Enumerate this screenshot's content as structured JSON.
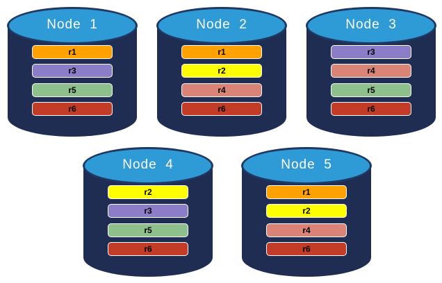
{
  "diagram": {
    "description": "Five database nodes with replicated partitions",
    "colors": {
      "background": "#FFFFFF",
      "cylinder_body": "#1F2D52",
      "cylinder_top": "#2E9AD6",
      "cylinder_outline": "#1F3864",
      "bar_border": "#FFFFFF",
      "r1": "#FFA200",
      "r2": "#FFFF00",
      "r3": "#8C7DC9",
      "r4": "#D98476",
      "r5": "#8DC08B",
      "r6": "#C33C27"
    },
    "nodes": [
      {
        "label": "Node  1",
        "replicas": [
          {
            "id": "r1",
            "color": "#FFA200"
          },
          {
            "id": "r3",
            "color": "#8C7DC9"
          },
          {
            "id": "r5",
            "color": "#8DC08B"
          },
          {
            "id": "r6",
            "color": "#C33C27"
          }
        ]
      },
      {
        "label": "Node  2",
        "replicas": [
          {
            "id": "r1",
            "color": "#FFA200"
          },
          {
            "id": "r2",
            "color": "#FFFF00"
          },
          {
            "id": "r4",
            "color": "#D98476"
          },
          {
            "id": "r6",
            "color": "#C33C27"
          }
        ]
      },
      {
        "label": "Node  3",
        "replicas": [
          {
            "id": "r3",
            "color": "#8C7DC9"
          },
          {
            "id": "r4",
            "color": "#D98476"
          },
          {
            "id": "r5",
            "color": "#8DC08B"
          },
          {
            "id": "r6",
            "color": "#C33C27"
          }
        ]
      },
      {
        "label": "Node  4",
        "replicas": [
          {
            "id": "r2",
            "color": "#FFFF00"
          },
          {
            "id": "r3",
            "color": "#8C7DC9"
          },
          {
            "id": "r5",
            "color": "#8DC08B"
          },
          {
            "id": "r6",
            "color": "#C33C27"
          }
        ]
      },
      {
        "label": "Node  5",
        "replicas": [
          {
            "id": "r1",
            "color": "#FFA200"
          },
          {
            "id": "r2",
            "color": "#FFFF00"
          },
          {
            "id": "r4",
            "color": "#D98476"
          },
          {
            "id": "r6",
            "color": "#C33C27"
          }
        ]
      }
    ]
  }
}
